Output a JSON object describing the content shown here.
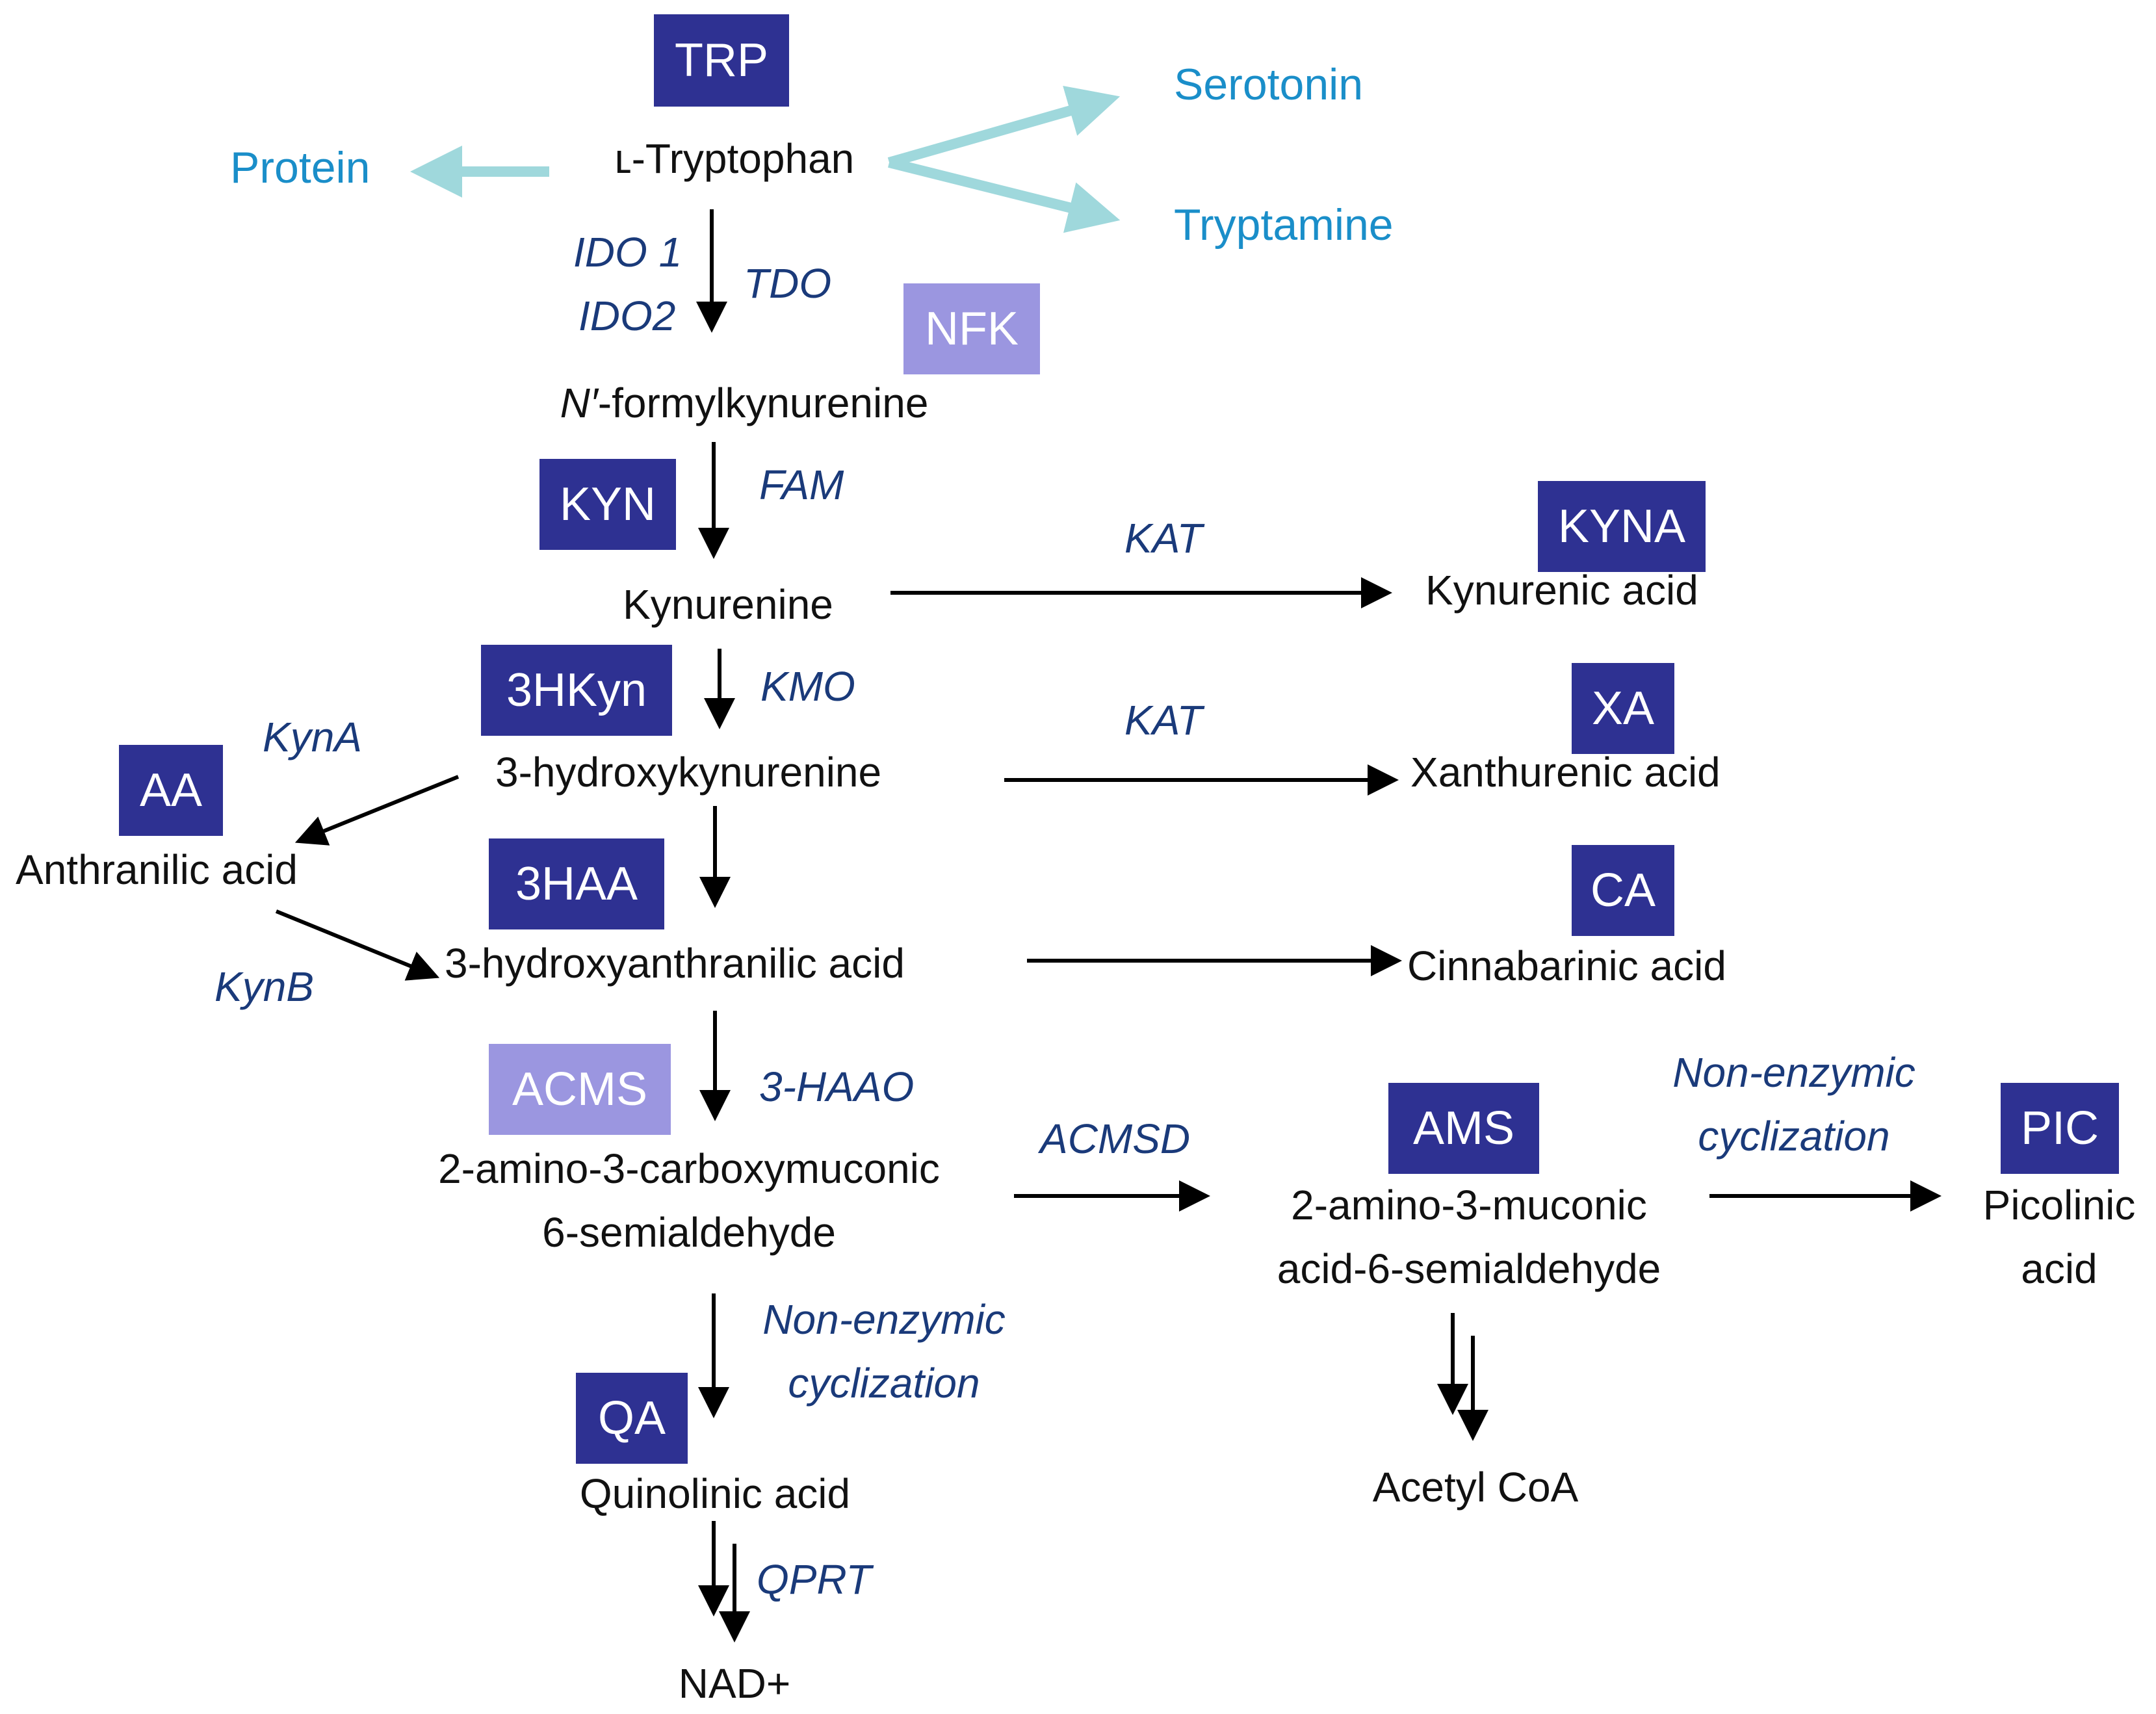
{
  "colors": {
    "dark_box": "#2e3192",
    "light_box": "#9b96e0",
    "enzyme_text": "#1a3a7a",
    "side_product": "#1a8ec9",
    "side_arrow": "#9fd8dc",
    "main_arrow": "#000000"
  },
  "abbreviations": {
    "trp": "TRP",
    "nfk": "NFK",
    "kyn": "KYN",
    "kyna": "KYNA",
    "hkyn": "3HKyn",
    "xa": "XA",
    "aa": "AA",
    "haa": "3HAA",
    "ca": "CA",
    "acms": "ACMS",
    "ams": "AMS",
    "pic": "PIC",
    "qa": "QA"
  },
  "compounds": {
    "tryptophan": "ʟ-Tryptophan",
    "formylkynurenine_prefix": "N′",
    "formylkynurenine_rest": "-formylkynurenine",
    "kynurenine": "Kynurenine",
    "kynurenic_acid": "Kynurenic acid",
    "hydroxykynurenine": "3-hydroxykynurenine",
    "xanthurenic_acid": "Xanthurenic acid",
    "anthranilic_acid": "Anthranilic acid",
    "hydroxyanthranilic_acid": "3-hydroxyanthranilic acid",
    "cinnabarinic_acid": "Cinnabarinic  acid",
    "acms_line1": "2-amino-3-carboxymuconic",
    "acms_line2": "6-semialdehyde",
    "ams_line1": "2-amino-3-muconic",
    "ams_line2": "acid-6-semialdehyde",
    "picolinic_line1": "Picolinic",
    "picolinic_line2": "acid",
    "acetyl_coa": "Acetyl CoA",
    "quinolinic_acid": "Quinolinic acid",
    "nad": "NAD+"
  },
  "side_products": {
    "protein": "Protein",
    "serotonin": "Serotonin",
    "tryptamine": "Tryptamine"
  },
  "enzymes": {
    "ido1": "IDO 1",
    "ido2": "IDO2",
    "tdo": "TDO",
    "fam": "FAM",
    "kat1": "KAT",
    "kmo": "KMO",
    "kat2": "KAT",
    "kyna_enz": "KynA",
    "kynb_enz": "KynB",
    "haao": "3-HAAO",
    "acmsd": "ACMSD",
    "nonenz1_line1": "Non-enzymic",
    "nonenz1_line2": "cyclization",
    "nonenz2_line1": "Non-enzymic",
    "nonenz2_line2": "cyclization",
    "qprt": "QPRT"
  }
}
